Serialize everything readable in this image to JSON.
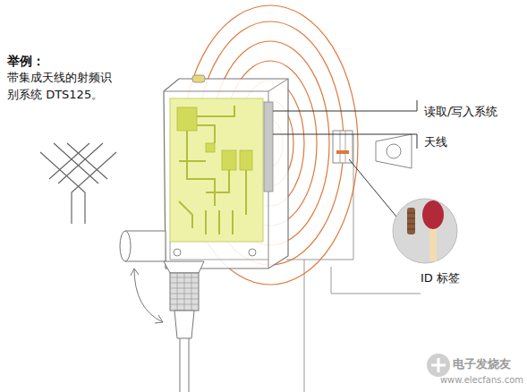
{
  "diagram": {
    "title": "举例：",
    "labels": [
      "带集成天线的射频识 别系统 DTS125。",
      "读取/写入系统",
      "天线",
      "ID 标签",
      "电子发烧友",
      "www.elecfans.com"
    ]
  }
}
